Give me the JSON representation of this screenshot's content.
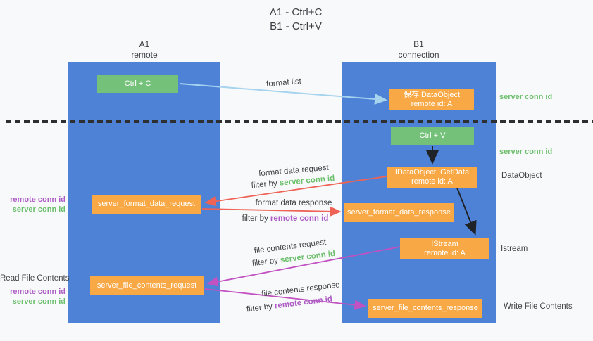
{
  "title": {
    "line1": "A1 - Ctrl+C",
    "line2": "B1 - Ctrl+V"
  },
  "lanes": {
    "left": {
      "name": "A1",
      "subtitle": "remote"
    },
    "right": {
      "name": "B1",
      "subtitle": "connection"
    }
  },
  "nodes": {
    "ctrl_c": "Ctrl + C",
    "ctrl_v": "Ctrl + V",
    "save_idataobject": {
      "line1": "保存IDataObject",
      "line2": "remote id: A"
    },
    "getdata": {
      "line1": "IDataObject::GetData",
      "line2": "remote id: A"
    },
    "istream": {
      "line1": "IStream",
      "line2": "remote id: A"
    },
    "format_request": "server_format_data_request",
    "format_response": "server_format_data_response",
    "file_request": "server_file_contents_request",
    "file_response": "server_file_contents_response"
  },
  "edge_labels": {
    "format_list": "format list",
    "format_data_request": "format data request",
    "format_data_response": "format data response",
    "file_contents_request": "file contents request",
    "file_contents_response": "file contents response",
    "filter_by": "filter by ",
    "server_conn_id": "server conn id",
    "remote_conn_id": "remote conn id"
  },
  "side_labels": {
    "left": {
      "remote_conn_id_1": "remote conn id",
      "server_conn_id_1": "server conn id",
      "read_file_contents": "Read File Contents",
      "remote_conn_id_2": "remote conn id",
      "server_conn_id_2": "server conn id"
    },
    "right": {
      "server_conn_id_1": "server conn id",
      "server_conn_id_2": "server conn id",
      "dataobject": "DataObject",
      "istream": "Istream",
      "write_file_contents": "Write File Contents"
    }
  },
  "colors": {
    "background": "#f8f9fa",
    "lane_blue": "#4d82d6",
    "node_green": "#74c27a",
    "node_orange": "#f8a844",
    "arrow_light_blue": "#a6d3ee",
    "arrow_salmon": "#ee6355",
    "arrow_magenta": "#c251c2",
    "arrow_black": "#1f2328",
    "text_green": "#6cbf6c",
    "text_purple": "#ad5cc5",
    "text_dark": "#3f4347"
  }
}
